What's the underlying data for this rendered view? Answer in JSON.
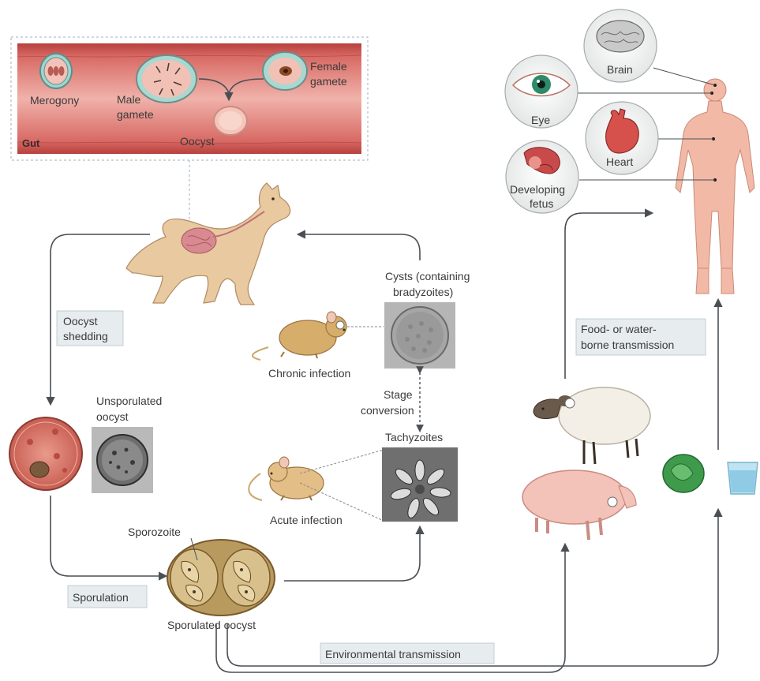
{
  "gut": {
    "title": "Gut",
    "merogony": "Merogony",
    "male_gamete_1": "Male",
    "male_gamete_2": "gamete",
    "female_gamete_1": "Female",
    "female_gamete_2": "gamete",
    "oocyst": "Oocyst"
  },
  "organs": {
    "brain": "Brain",
    "eye": "Eye",
    "heart": "Heart",
    "fetus_1": "Developing",
    "fetus_2": "fetus"
  },
  "labels": {
    "oocyst_shedding_1": "Oocyst",
    "oocyst_shedding_2": "shedding",
    "unsporulated_1": "Unsporulated",
    "unsporulated_2": "oocyst",
    "cysts_1": "Cysts (containing",
    "cysts_2": "bradyzoites)",
    "chronic": "Chronic infection",
    "stage_1": "Stage",
    "stage_2": "conversion",
    "tachyzoites": "Tachyzoites",
    "acute": "Acute infection",
    "sporozoite": "Sporozoite",
    "sporulation": "Sporulation",
    "sporulated_oocyst": "Sporulated oocyst",
    "environmental": "Environmental transmission",
    "food_water_1": "Food- or water-",
    "food_water_2": "borne transmission"
  },
  "colors": {
    "gut_red": "#c8524f",
    "gut_pink": "#f2c7c0",
    "cat": "#e8c9a0",
    "human": "#f2b9a6",
    "label_box": "#e7ecef",
    "arrow": "#4a4f55"
  }
}
